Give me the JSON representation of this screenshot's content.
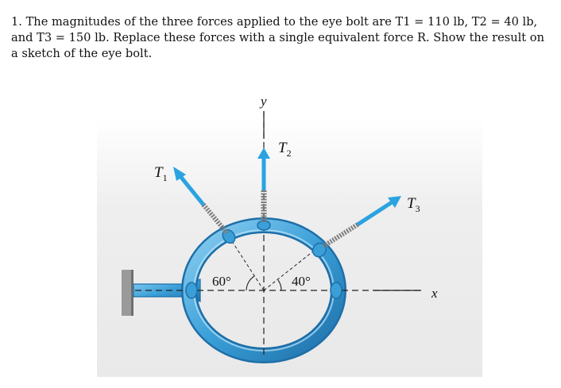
{
  "problem": {
    "text": "1. The magnitudes of the three forces applied to the eye bolt are T1 = 110 lb, T2 = 40 lb, and T3 = 150 lb. Replace these forces with a single equivalent force R. Show the result on a sketch of the eye bolt."
  },
  "figure": {
    "axis_y_label": "y",
    "axis_x_label": "x",
    "forces": [
      {
        "name": "T",
        "sub": "1"
      },
      {
        "name": "T",
        "sub": "2"
      },
      {
        "name": "T",
        "sub": "3"
      }
    ],
    "angle_left": "60°",
    "angle_right": "40°",
    "colors": {
      "ring": "#3a9fd8",
      "ring_dark": "#1f6fa8",
      "arrow": "#2aa3e0",
      "wall": "#9a9a9a",
      "background": "#eeeeee"
    }
  }
}
